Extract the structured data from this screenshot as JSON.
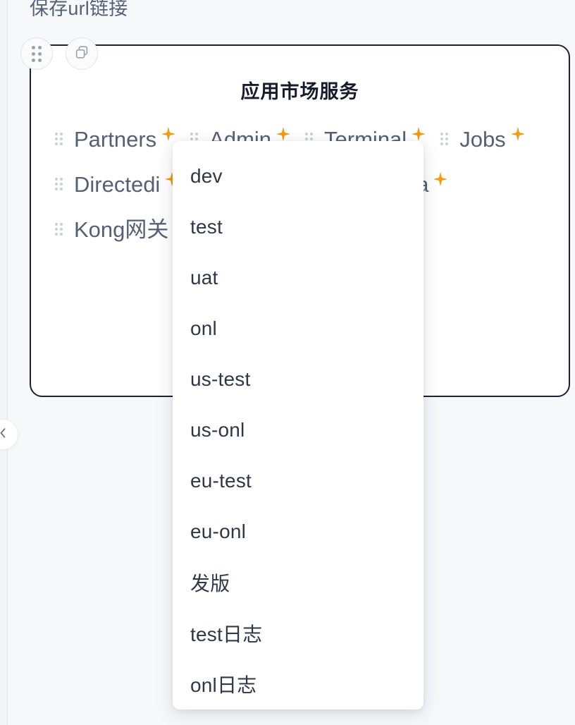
{
  "page": {
    "heading": "保存url链接",
    "background_color": "#f7f8fa"
  },
  "card": {
    "title": "应用市场服务",
    "border_color": "#1b2233",
    "tools": [
      {
        "name": "drag-handle",
        "icon": "drag-dots-icon"
      },
      {
        "name": "duplicate",
        "icon": "copy-icon"
      }
    ],
    "chip_rows": [
      [
        {
          "label": "Partners",
          "badge": "sparkle-icon"
        },
        {
          "label": "Admin",
          "badge": "sparkle-icon"
        },
        {
          "label": "Terminal",
          "badge": "sparkle-icon"
        },
        {
          "label": "Jobs",
          "badge": "sparkle-icon"
        }
      ],
      [
        {
          "label": "Directedi",
          "badge": "sparkle-icon"
        },
        {
          "label": "Bigdata",
          "badge": "sparkle-icon"
        }
      ],
      [
        {
          "label": "Kong网关",
          "badge": "sparkle-icon"
        }
      ]
    ]
  },
  "sidebar": {
    "collapse_icon": "chevron-left-icon"
  },
  "dropdown": {
    "items": [
      "dev",
      "test",
      "uat",
      "onl",
      "us-test",
      "us-onl",
      "eu-test",
      "eu-onl",
      "发版",
      "test日志",
      "onl日志"
    ]
  },
  "colors": {
    "accent_sparkle": "#f59a0d",
    "card_border": "#1b2233",
    "chip_text": "#566074",
    "dropdown_text": "#2f3848"
  }
}
